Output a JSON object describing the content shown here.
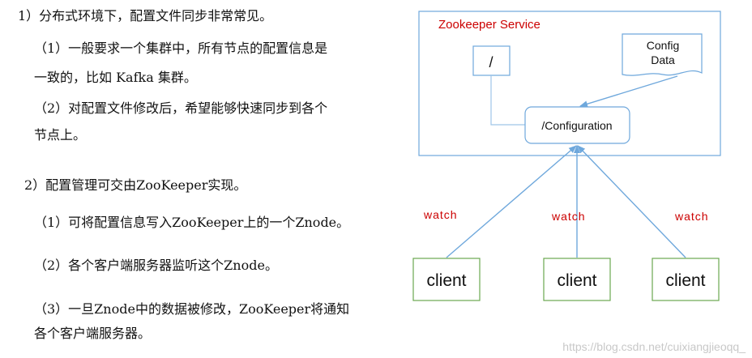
{
  "text": {
    "p1": "1）分布式环境下，配置文件同步非常常见。",
    "p1_a_line1": "（1）一般要求一个集群中，所有节点的配置信息是",
    "p1_a_line2": "一致的，比如 Kafka 集群。",
    "p1_b_line1": "（2）对配置文件修改后，希望能够快速同步到各个",
    "p1_b_line2": "节点上。",
    "p2": "2）配置管理可交由ZooKeeper实现。",
    "p2_a": "（1）可将配置信息写入ZooKeeper上的一个Znode。",
    "p2_b": "（2）各个客户端服务器监听这个Znode。",
    "p2_c_line1": "（3）一旦Znode中的数据被修改，ZooKeeper将通知",
    "p2_c_line2": "各个客户端服务器。"
  },
  "diagram": {
    "service_title": "Zookeeper Service",
    "root_node": "/",
    "config_node": "/Configuration",
    "config_data_line1": "Config",
    "config_data_line2": "Data",
    "watch_labels": [
      "watch",
      "watch",
      "watch"
    ],
    "clients": [
      "client",
      "client",
      "client"
    ],
    "colors": {
      "service_border": "#6fa8dc",
      "service_title": "#cc0000",
      "node_border": "#6fa8dc",
      "arrow": "#6fa8dc",
      "root_link": "#9fc5e8",
      "client_border": "#6aa84f",
      "watch_text": "#cc0000"
    }
  },
  "watermark": "https://blog.csdn.net/cuixiangjieoqq_"
}
